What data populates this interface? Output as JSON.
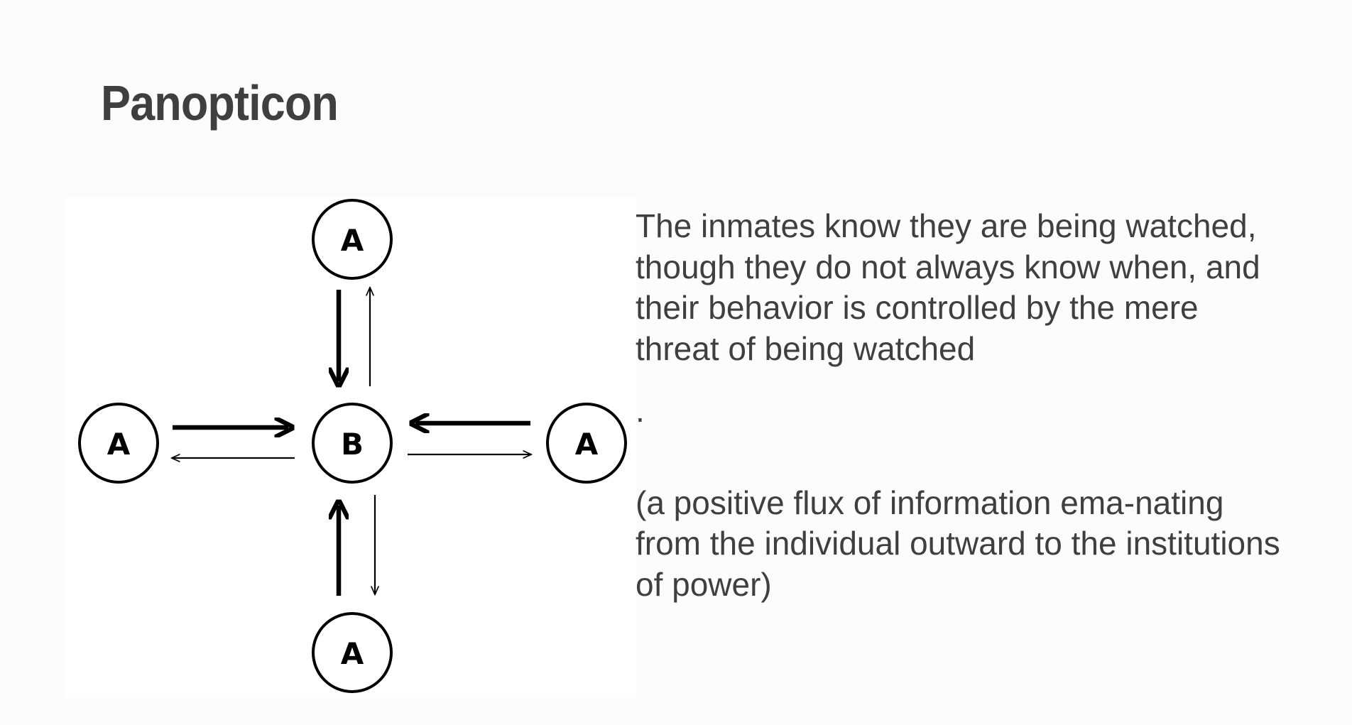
{
  "slide": {
    "title": "Panopticon"
  },
  "diagram": {
    "nodes": {
      "top": "A",
      "left": "A",
      "center": "B",
      "right": "A",
      "bottom": "A"
    }
  },
  "text": {
    "main": "The inmates know they are being watched, though they do not always know when, and their behavior is controlled by the mere threat of being watched",
    "dot": ".",
    "note": "(a positive flux of information ema-nating from the individual outward to the institutions of power)"
  },
  "colors": {
    "background": "#fcfcfc",
    "panel": "#ffffff",
    "text": "#3f3f3f",
    "diagram": "#000000"
  }
}
